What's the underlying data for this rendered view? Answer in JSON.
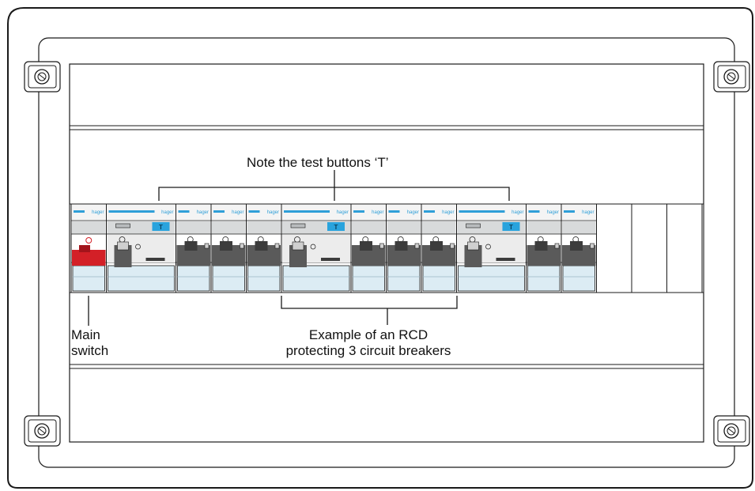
{
  "labels": {
    "test_buttons": "Note the test buttons ‘T’",
    "main_switch_line1": "Main",
    "main_switch_line2": "switch",
    "rcd_line1": "Example of an RCD",
    "rcd_line2": "protecting 3 circuit breakers"
  },
  "module_brand": "hager",
  "test_button_glyph": "T",
  "modules": [
    {
      "type": "main-switch"
    },
    {
      "type": "rcd"
    },
    {
      "type": "mcb"
    },
    {
      "type": "mcb"
    },
    {
      "type": "mcb"
    },
    {
      "type": "rcd"
    },
    {
      "type": "mcb"
    },
    {
      "type": "mcb"
    },
    {
      "type": "mcb"
    },
    {
      "type": "rcd"
    },
    {
      "type": "mcb"
    },
    {
      "type": "mcb"
    },
    {
      "type": "blank"
    },
    {
      "type": "blank"
    },
    {
      "type": "blank"
    }
  ],
  "colors": {
    "outline": "#1a1a1a",
    "brand_blue": "#2f9fd8",
    "test_button": "#29a3dd",
    "main_switch": "#d32027",
    "toggle": "#5a5a5a",
    "device_face": "#d8dadb",
    "terminal_window": "#dcecf4"
  },
  "icons": [
    "screw-icon"
  ]
}
